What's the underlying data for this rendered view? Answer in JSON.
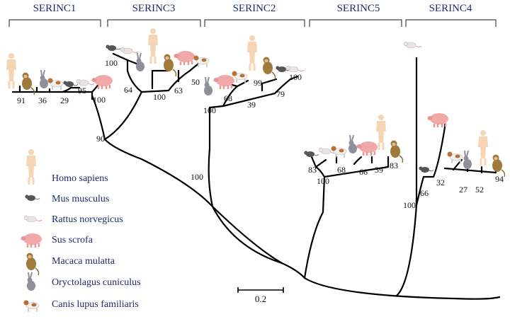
{
  "groups": [
    {
      "label": "SERINC1"
    },
    {
      "label": "SERINC3"
    },
    {
      "label": "SERINC2"
    },
    {
      "label": "SERINC5"
    },
    {
      "label": "SERINC4"
    }
  ],
  "bootstrap": {
    "s1": [
      "91",
      "36",
      "29",
      "95",
      "100"
    ],
    "s3": [
      "100",
      "64",
      "100",
      "63",
      "50"
    ],
    "s2": [
      "99",
      "100",
      "68",
      "39",
      "79",
      "100"
    ],
    "s5": [
      "83",
      "68",
      "66",
      "39",
      "83",
      "100"
    ],
    "s4": [
      "32",
      "27",
      "52",
      "94",
      "66",
      "100"
    ],
    "internal": [
      "90",
      "100"
    ]
  },
  "legend": [
    {
      "species": "Homo sapiens",
      "icon": "human-icon",
      "color": "#f6d5b4"
    },
    {
      "species": "Mus musculus",
      "icon": "mouse-icon",
      "color": "#555555"
    },
    {
      "species": "Rattus norvegicus",
      "icon": "rat-icon",
      "color": "#e8e0de"
    },
    {
      "species": "Sus scrofa",
      "icon": "pig-icon",
      "color": "#f0a8a8"
    },
    {
      "species": "Macaca mulatta",
      "icon": "macaque-icon",
      "color": "#a07a3a"
    },
    {
      "species": "Oryctolagus cuniculus",
      "icon": "rabbit-icon",
      "color": "#8f8f99"
    },
    {
      "species": "Canis lupus familiaris",
      "icon": "dog-icon",
      "color": "#b5713a"
    }
  ],
  "scale_bar": {
    "label": "0.2"
  }
}
